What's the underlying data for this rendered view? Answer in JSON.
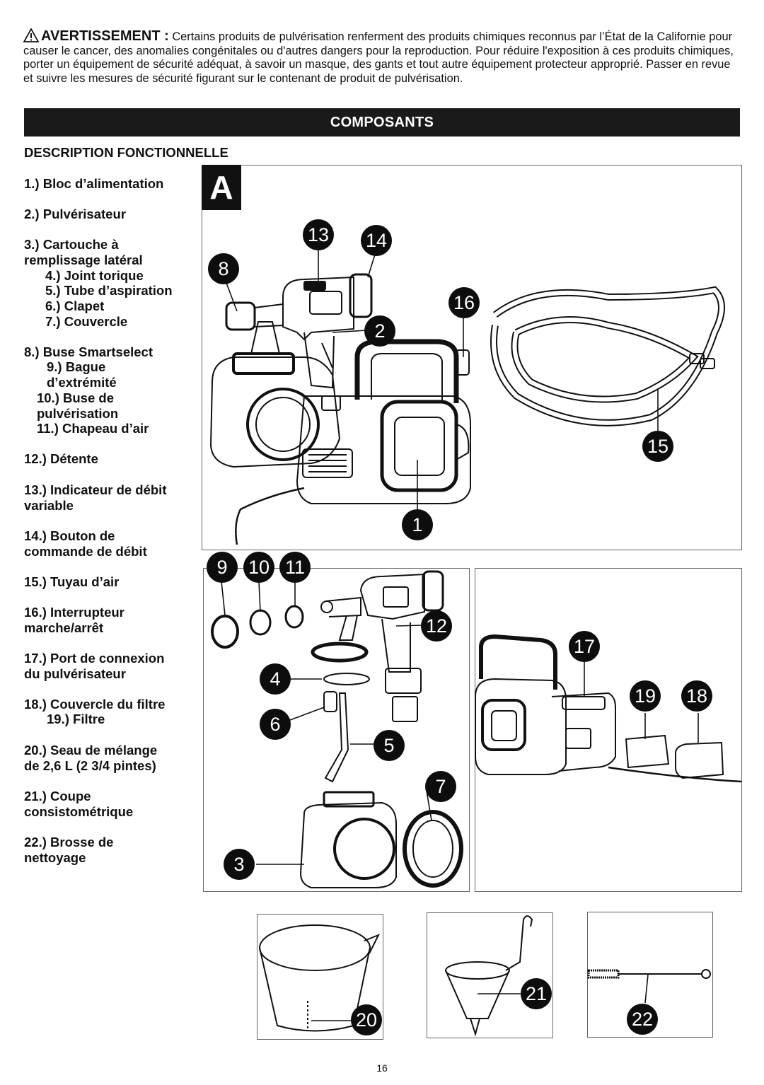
{
  "warning": {
    "heading": "AVERTISSEMENT :",
    "body": "Certains produits de pulvérisation renferment des produits chimiques reconnus par l’État de la Californie pour causer le cancer, des anomalies congénitales ou d'autres dangers pour la reproduction. Pour réduire l'exposition à ces produits chimiques, porter un équipement de sécurité adéquat, à savoir un masque, des gants et tout autre équipement protecteur approprié. Passer en revue et suivre les mesures de sécurité figurant sur le contenant de produit de pulvérisation."
  },
  "section_title": "COMPOSANTS",
  "description_title": "DESCRIPTION FONCTIONNELLE",
  "items": [
    "1.) Bloc d’alimentation",
    "2.) Pulvérisateur",
    "3.) Cartouche à\nremplissage latéral",
    "4.) Joint torique",
    "5.) Tube d’aspiration",
    "6.) Clapet",
    "7.) Couvercle",
    "8.) Buse Smartselect",
    "9.) Bague\nd’extrémité",
    "10.) Buse de\npulvérisation",
    "11.) Chapeau d’air",
    "12.) Détente",
    "13.) Indicateur de débit\nvariable",
    "14.) Bouton de\ncommande de débit",
    "15.) Tuyau d’air",
    "16.) Interrupteur\nmarche/arrêt",
    "17.) Port de connexion\ndu pulvérisateur",
    "18.) Couvercle du filtre",
    "19.) Filtre",
    "20.) Seau de mélange\nde 2,6 L (2 3/4 pintes)",
    "21.) Coupe\nconsistométrique",
    "22.) Brosse de\nnettoyage"
  ],
  "figure_label": "A",
  "callouts": [
    "13",
    "14",
    "8",
    "16",
    "2",
    "15",
    "1",
    "9",
    "10",
    "11",
    "12",
    "4",
    "6",
    "5",
    "7",
    "3",
    "17",
    "19",
    "18",
    "21",
    "20",
    "22"
  ],
  "page_number": "16"
}
